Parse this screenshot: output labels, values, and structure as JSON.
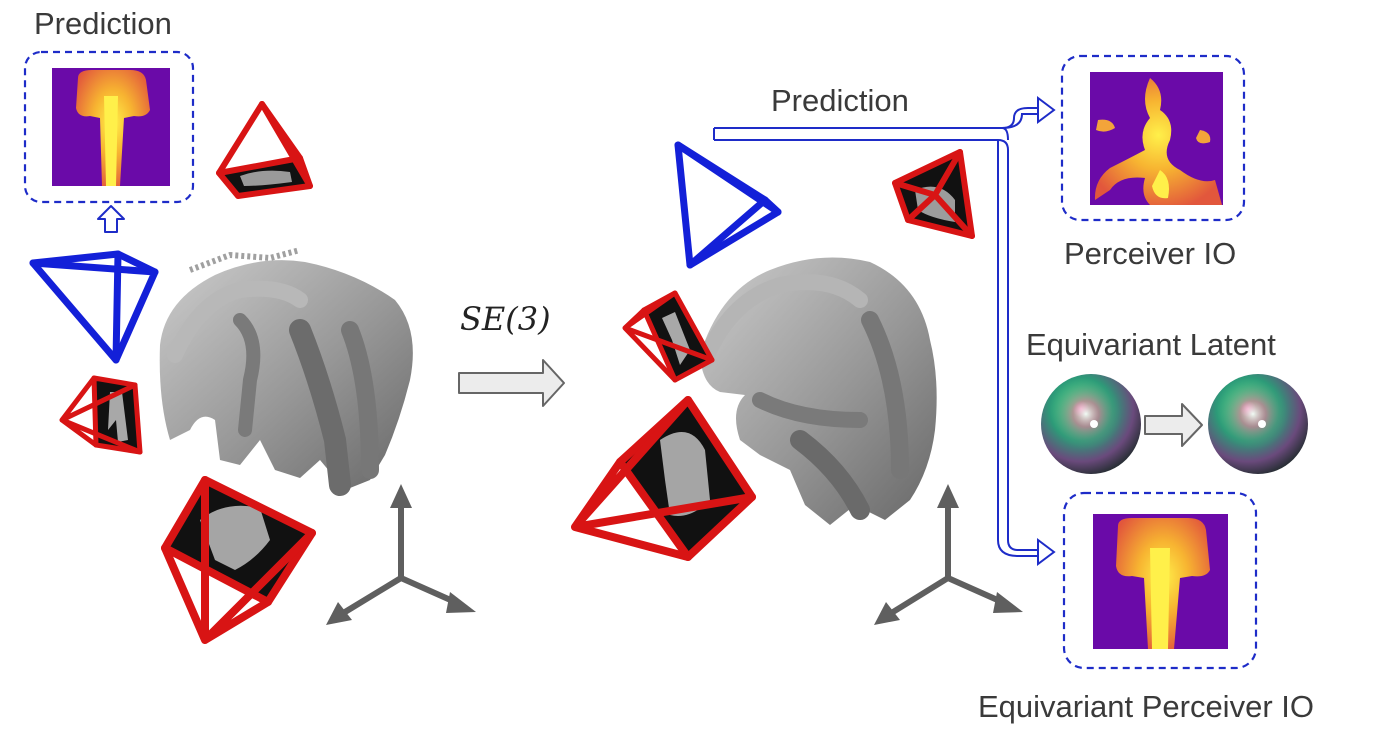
{
  "labels": {
    "prediction_left": "Prediction",
    "transform": "SE(3)",
    "prediction_right": "Prediction",
    "perceiver_io": "Perceiver IO",
    "equivariant_latent": "Equivariant Latent",
    "equivariant_perceiver_io": "Equivariant Perceiver IO"
  },
  "colors": {
    "frame_box": "#1e2cc8",
    "camera_red": "#d81414",
    "camera_blue": "#1320d8",
    "depth_bg": "#6a0aa8",
    "depth_warm": "#f5a12b",
    "depth_hot": "#fff04a",
    "axis": "#5f5f5f"
  },
  "icons": [
    "camera-frustum-icon",
    "depth-map-icon",
    "point-cloud-icon",
    "coordinate-axes-icon",
    "latent-sphere-icon",
    "hollow-arrow-icon"
  ]
}
